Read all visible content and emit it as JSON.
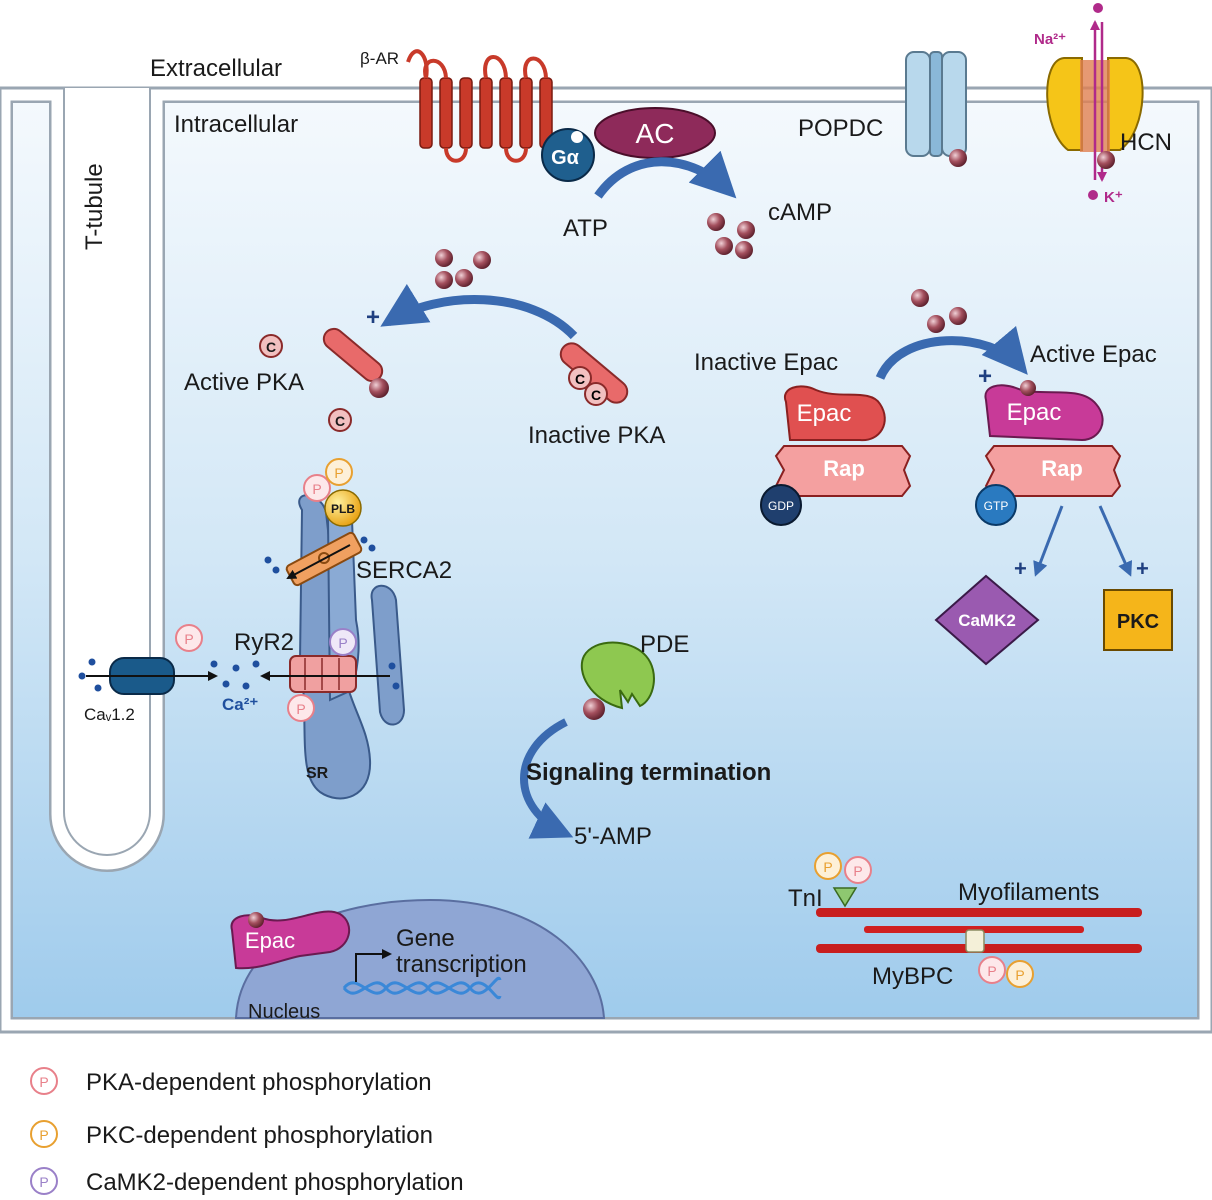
{
  "labels": {
    "extracellular": "Extracellular",
    "intracellular": "Intracellular",
    "beta_ar": "β-AR",
    "ac": "AC",
    "g_alpha": "Gα",
    "atp": "ATP",
    "camp": "cAMP",
    "popdc": "POPDC",
    "hcn": "HCN",
    "na": "Na²⁺",
    "k": "K⁺",
    "t_tubule": "T-tubule",
    "active_pka": "Active PKA",
    "inactive_pka": "Inactive PKA",
    "pka_c": "C",
    "plus": "+",
    "inactive_epac": "Inactive Epac",
    "active_epac": "Active Epac",
    "epac": "Epac",
    "rap": "Rap",
    "gdp": "GDP",
    "gtp": "GTP",
    "camk2": "CaMK2",
    "pkc": "PKC",
    "plb": "PLB",
    "serca2": "SERCA2",
    "ryr2": "RyR2",
    "cav12": "Caᵥ1.2",
    "ca": "Ca²⁺",
    "sr": "SR",
    "pde": "PDE",
    "signaling_termination": "Signaling termination",
    "amp5": "5'-AMP",
    "tni": "TnI",
    "myofilaments": "Myofilaments",
    "mybpc": "MyBPC",
    "gene": "Gene",
    "transcription": "transcription",
    "nucleus": "Nucleus",
    "p": "P"
  },
  "legend": [
    {
      "text": "PKA-dependent phosphorylation",
      "color": "#e8808a"
    },
    {
      "text": "PKC-dependent phosphorylation",
      "color": "#e8a030"
    },
    {
      "text": "CaMK2-dependent phosphorylation",
      "color": "#9a80c8"
    }
  ],
  "colors": {
    "membrane": "#9aa6b2",
    "cytoplasm_top": "#f4f9fd",
    "cytoplasm_bottom": "#9fcbec",
    "receptor": "#c83a2a",
    "ac": "#8e2a5a",
    "camp": "#8a3a4a",
    "epac_inactive": "#e05050",
    "epac_active": "#c83a98",
    "rap": "#f08080",
    "camk2": "#9a5ab0",
    "pkc": "#f5b51a",
    "arrow": "#3a6ab0"
  }
}
